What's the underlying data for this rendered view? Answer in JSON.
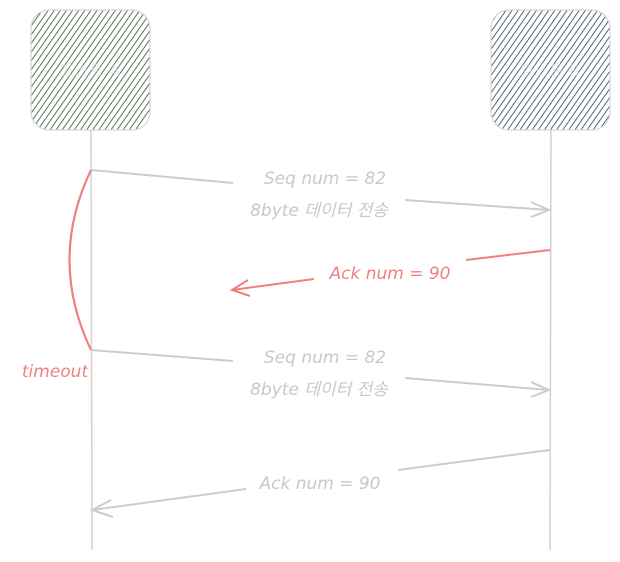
{
  "actors": {
    "host_a": {
      "label": "호스트 A",
      "hatch_color": "#2f5234"
    },
    "host_b": {
      "label": "호스트 B",
      "hatch_color": "#2c3e57"
    }
  },
  "messages": {
    "m1": {
      "line1": "Seq num = 82",
      "line2": "8byte 데이터 전송"
    },
    "m2": {
      "text": "Ack num = 90"
    },
    "m3": {
      "line1": "Seq num = 82",
      "line2": "8byte 데이터 전송"
    },
    "m4": {
      "text": "Ack num = 90"
    }
  },
  "timeout": {
    "label": "timeout"
  },
  "colors": {
    "line": "#cccccc",
    "text_muted": "#c8c8c8",
    "accent_red": "#f27f7f",
    "box_border": "#d6d6d6"
  }
}
